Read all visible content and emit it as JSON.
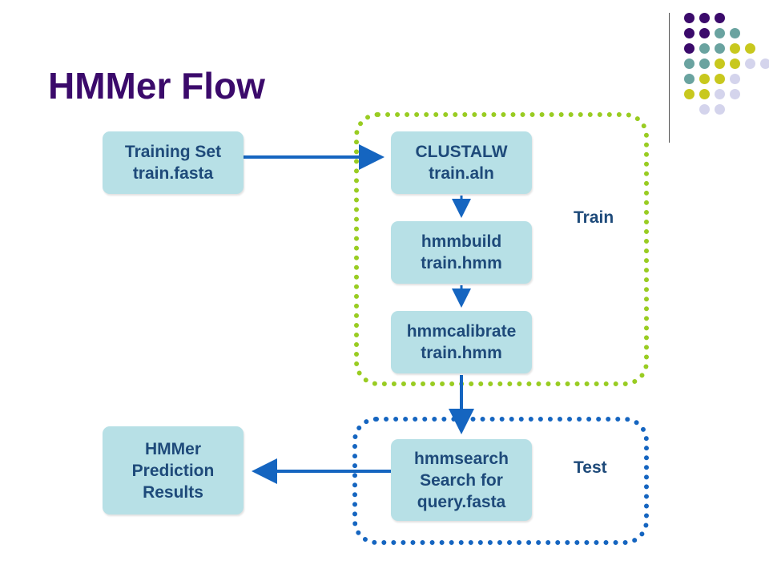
{
  "slide": {
    "title": "HMMer Flow"
  },
  "colors": {
    "title": "#3b0a6b",
    "box_fill": "#b7e0e6",
    "box_text": "#1e4a7a",
    "arrow": "#1565c0",
    "train_border": "#99cc22",
    "test_border": "#1565c0",
    "dot_purple": "#3b0a6b",
    "dot_teal": "#6aa3a0",
    "dot_lime": "#c8c81e",
    "dot_lavender": "#d4d4ec"
  },
  "nodes": {
    "training_set": {
      "line1": "Training Set",
      "line2": "train.fasta"
    },
    "clustalw": {
      "line1": "CLUSTALW",
      "line2": "train.aln"
    },
    "hmmbuild": {
      "line1": "hmmbuild",
      "line2": "train.hmm"
    },
    "hmmcalibrate": {
      "line1": "hmmcalibrate",
      "line2": "train.hmm"
    },
    "hmmsearch": {
      "line1": "hmmsearch",
      "line2": "Search for",
      "line3": "query.fasta"
    },
    "results": {
      "line1": "HMMer",
      "line2": "Prediction",
      "line3": "Results"
    }
  },
  "groups": {
    "train": {
      "label": "Train"
    },
    "test": {
      "label": "Test"
    }
  },
  "decor": {
    "dot_grid": [
      [
        "purple",
        "purple",
        "purple"
      ],
      [
        "purple",
        "purple",
        "teal",
        "teal"
      ],
      [
        "purple",
        "teal",
        "teal",
        "lime",
        "lime"
      ],
      [
        "teal",
        "teal",
        "lime",
        "lime",
        "lavender",
        "lavender"
      ],
      [
        "teal",
        "lime",
        "lime",
        "lavender"
      ],
      [
        "lime",
        "lime",
        "lavender",
        "lavender"
      ],
      [
        "lavender",
        "lavender"
      ]
    ]
  }
}
